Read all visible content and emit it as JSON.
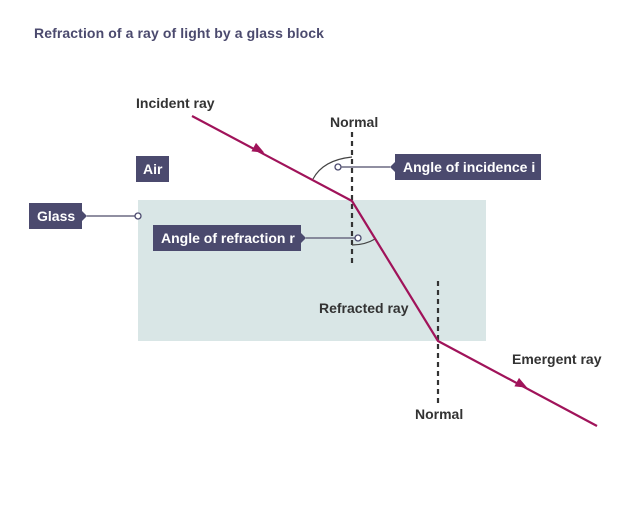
{
  "title": "Refraction of a ray of light by a glass block",
  "colors": {
    "title": "#4b4a6e",
    "ray": "#a0135a",
    "glass_fill": "#d9e6e6",
    "label_box": "#4b4a6e",
    "label_box_text": "#ffffff",
    "plain_text": "#333333",
    "normal_line": "#333333",
    "connector": "#6b6a82"
  },
  "labels": {
    "incident_ray": "Incident ray",
    "normal_top": "Normal",
    "angle_of_incidence": "Angle of incidence i",
    "air": "Air",
    "glass": "Glass",
    "angle_of_refraction": "Angle of refraction r",
    "refracted_ray": "Refracted ray",
    "emergent_ray": "Emergent ray",
    "normal_bottom": "Normal"
  },
  "icons": {
    "incident_arrow": "arrowhead-icon",
    "emergent_arrow": "arrowhead-icon",
    "connector_end": "circle-icon"
  }
}
